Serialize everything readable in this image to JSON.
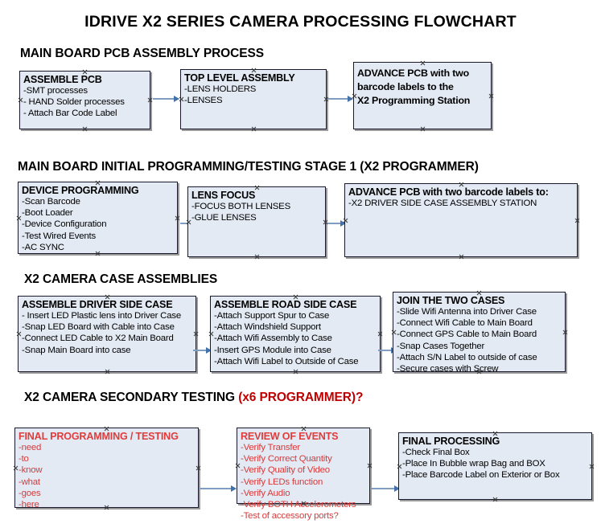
{
  "title": "IDRIVE X2  SERIES CAMERA PROCESSING FLOWCHART",
  "sections": [
    {
      "id": "s1",
      "heading": "MAIN BOARD PCB ASSEMBLY PROCESS",
      "accent": ""
    },
    {
      "id": "s2",
      "heading": "MAIN BOARD INITIAL PROGRAMMING/TESTING STAGE 1 (X2 PROGRAMMER)",
      "accent": ""
    },
    {
      "id": "s3",
      "heading": "X2 CAMERA CASE ASSEMBLIES",
      "accent": ""
    },
    {
      "id": "s4",
      "heading": "X2 CAMERA SECONDARY TESTING ",
      "accent": "(x6 PROGRAMMER)?"
    }
  ],
  "colors": {
    "box_fill": "#e3eaf4",
    "box_border": "#19192b",
    "connector": "#7f9dc0",
    "arrow_head": "#4472a8",
    "accent_red": "#c00000",
    "red_text": "#d83a3a",
    "text": "#000000"
  },
  "nodes": {
    "assemble_pcb": {
      "title": "ASSEMBLE PCB",
      "lines": [
        "-SMT processes",
        "- HAND Solder processes",
        "- Attach Bar Code Label"
      ]
    },
    "top_level_assembly": {
      "title": "TOP LEVEL ASSEMBLY",
      "lines": [
        "-LENS HOLDERS",
        "-LENSES"
      ]
    },
    "advance_pcb_station": {
      "title": "ADVANCE PCB with two",
      "lines": [
        "barcode labels to the",
        " X2 Programming Station"
      ]
    },
    "device_programming": {
      "title": "DEVICE PROGRAMMING",
      "lines": [
        "-Scan Barcode",
        "-Boot Loader",
        "-Device Configuration",
        "-Test Wired Events",
        "-AC SYNC"
      ]
    },
    "lens_focus": {
      "title": "LENS FOCUS",
      "lines": [
        "-FOCUS BOTH LENSES",
        "-GLUE LENSES"
      ]
    },
    "advance_pcb_driver_side": {
      "title": "ADVANCE PCB with two barcode labels to:",
      "lines": [
        "-X2 DRIVER  SIDE  CASE  ASSEMBLY STATION"
      ]
    },
    "assemble_driver_side_case": {
      "title": "ASSEMBLE DRIVER SIDE CASE",
      "lines": [
        "- Insert LED Plastic lens into Driver Case",
        "-Snap LED Board with Cable into Case",
        "-Connect LED Cable to X2 Main Board",
        "-Snap Main Board into case"
      ]
    },
    "assemble_road_side_case": {
      "title": "ASSEMBLE ROAD SIDE CASE",
      "lines": [
        "-Attach Support Spur to Case",
        "-Attach Windshield Support",
        "-Attach Wifi Assembly to Case",
        "-Insert GPS Module into Case",
        "-Attach Wifi Label to Outside of Case"
      ]
    },
    "join_the_two_cases": {
      "title": "JOIN THE TWO CASES",
      "lines": [
        "-Slide Wifi Antenna into Driver Case",
        "-Connect Wifi Cable to Main Board",
        "-Connect GPS Cable to Main Board",
        "-Snap Cases Together",
        "-Attach S/N Label to outside of case",
        "-Secure cases with Screw"
      ]
    },
    "final_programming_testing": {
      "title": "FINAL PROGRAMMING / TESTING",
      "lines": [
        "-need",
        "-to",
        "-know",
        "-what",
        "-goes",
        "-here"
      ]
    },
    "review_of_events": {
      "title": "REVIEW OF EVENTS",
      "lines": [
        "-Verify Transfer",
        "-Verify Correct Quantity",
        "-Verify Quality of Video",
        "-Verify LEDs function",
        "-Verify Audio",
        "-Verify BOTH Accelerometers",
        "-Test of accessory ports?"
      ]
    },
    "final_processing": {
      "title": "FINAL PROCESSING",
      "lines": [
        " -Check Final Box",
        "-Place In Bubble wrap Bag and BOX",
        "-Place Barcode Label on Exterior or Box"
      ]
    }
  }
}
